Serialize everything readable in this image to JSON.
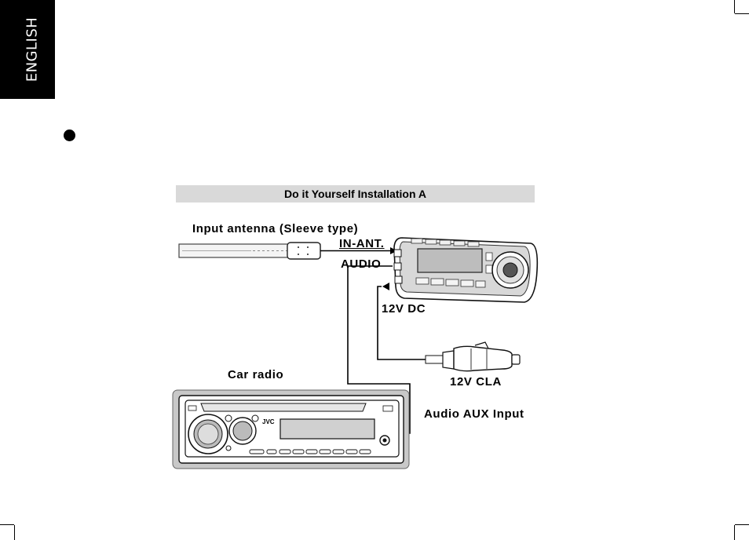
{
  "sidebar": {
    "language_label": "ENGLISH"
  },
  "diagram": {
    "title": "Do it Yourself Installation A",
    "labels": {
      "input_antenna": "Input antenna (Sleeve type)",
      "in_ant": "IN-ANT.",
      "audio": "AUDIO",
      "dc": "12V DC",
      "cla": "12V CLA",
      "car_radio": "Car radio",
      "aux_input": "Audio AUX Input",
      "radio_brand": "JVC"
    }
  },
  "colors": {
    "tab": "#000000",
    "title_bar": "#d9d9d9",
    "device_gray": "#c8c8c8"
  }
}
